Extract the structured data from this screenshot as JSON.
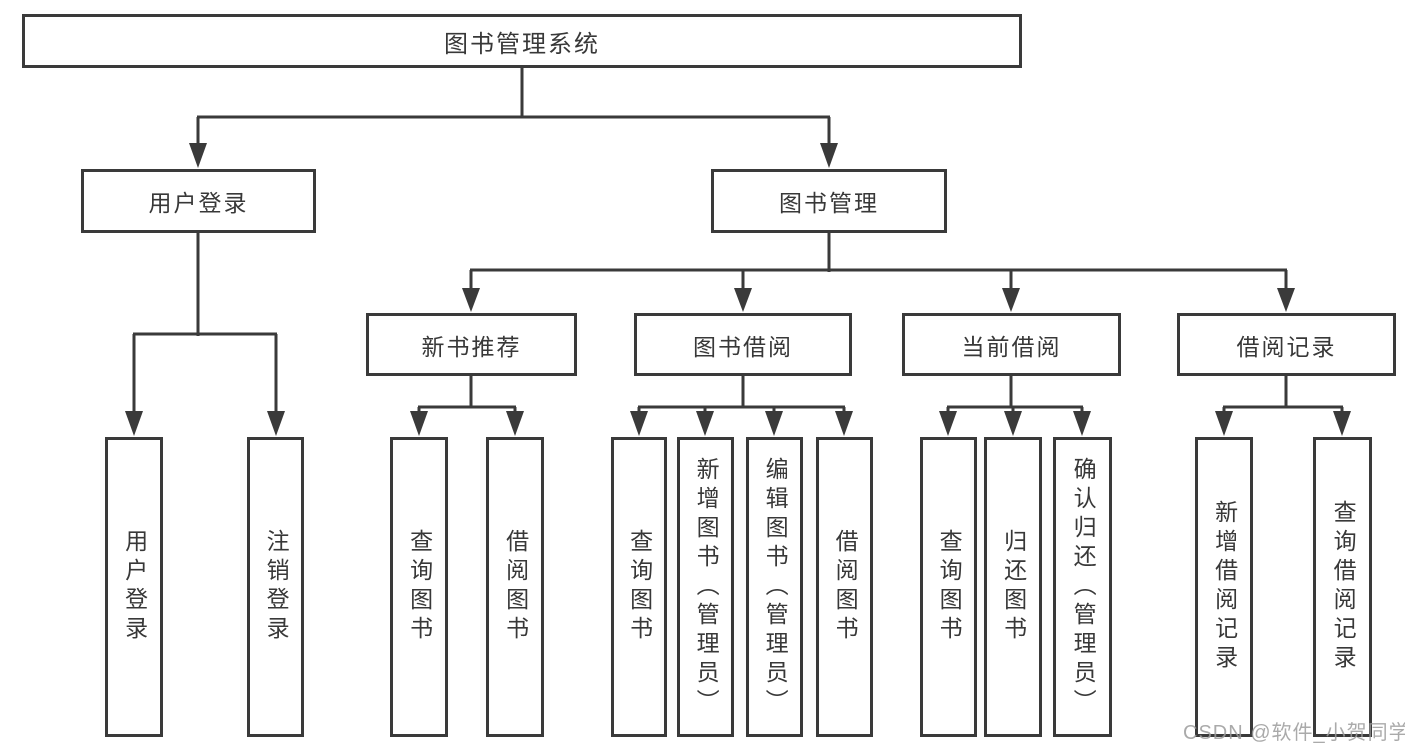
{
  "diagram": {
    "root": {
      "label": "图书管理系统"
    },
    "level1": [
      {
        "label": "用户登录"
      },
      {
        "label": "图书管理"
      }
    ],
    "level2": [
      {
        "label": "新书推荐",
        "parent": "图书管理"
      },
      {
        "label": "图书借阅",
        "parent": "图书管理"
      },
      {
        "label": "当前借阅",
        "parent": "图书管理"
      },
      {
        "label": "借阅记录",
        "parent": "图书管理"
      }
    ],
    "leaves": {
      "user_login": [
        "用户登录",
        "注销登录"
      ],
      "new_book": [
        "查询图书",
        "借阅图书"
      ],
      "book_borrow": [
        "查询图书",
        "新增图书（管理员）",
        "编辑图书（管理员）",
        "借阅图书"
      ],
      "current_borrow": [
        "查询图书",
        "归还图书",
        "确认归还（管理员）"
      ],
      "borrow_records": [
        "新增借阅记录",
        "查询借阅记录"
      ]
    }
  },
  "watermark": {
    "text": "CSDN @软件_小贺同学"
  },
  "colors": {
    "line": "#3a3a3a",
    "text": "#383838",
    "watermark": "#9c9c9c",
    "background": "#ffffff"
  }
}
